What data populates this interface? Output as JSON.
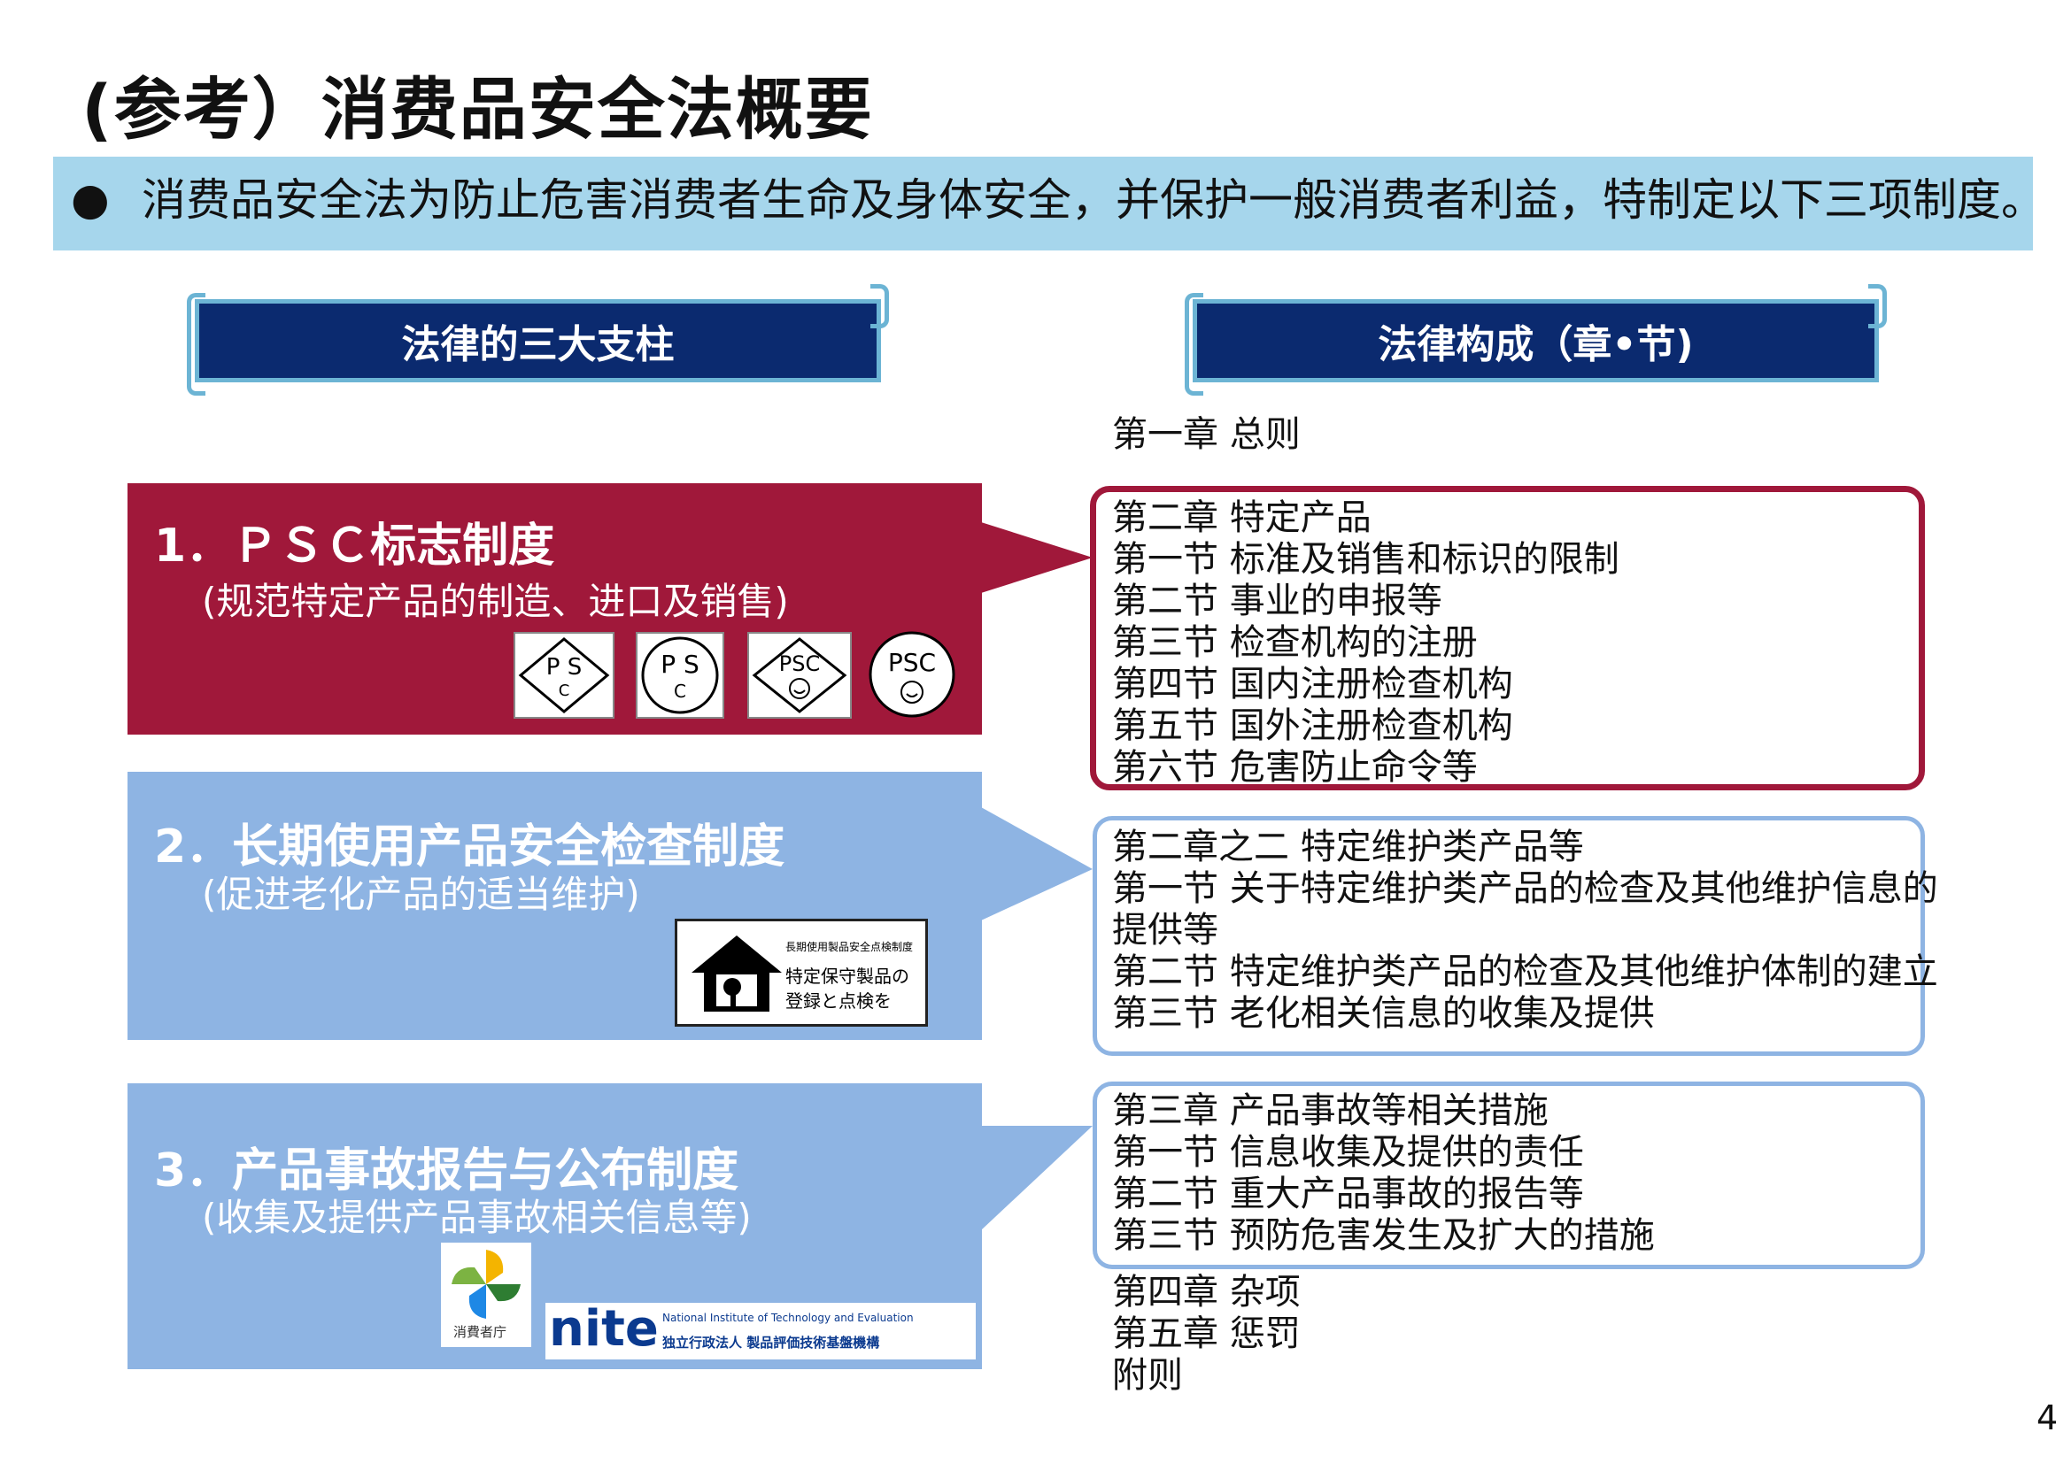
{
  "title": "(参考）消费品安全法概要",
  "intro": {
    "bullet": "●",
    "text": "消费品安全法为防止危害消费者生命及身体安全，并保护一般消费者利益，特制定以下三项制度。"
  },
  "left_header": "法律的三大支柱",
  "right_header": "法律构成（章•节)",
  "pillars": [
    {
      "heading": "1．ＰＳＣ标志制度",
      "subtitle": "(规范特定产品的制造、进口及销售)",
      "marks": [
        "P S C",
        "P S C",
        "PSC",
        "PSC"
      ]
    },
    {
      "heading": "2．长期使用产品安全检查制度",
      "subtitle": "(促进老化产品的适当维护)",
      "logo": {
        "small": "長期使用製品安全点検制度",
        "line1": "特定保守製品の",
        "line2": "登録と点検を"
      }
    },
    {
      "heading": "3．产品事故报告与公布制度",
      "subtitle": "(收集及提供产品事故相关信息等)",
      "logo_caa": "消費者庁",
      "logo_nite": {
        "word": "nite",
        "en": "National Institute of Technology and Evaluation",
        "jp": "独立行政法人 製品評価技術基盤機構"
      }
    }
  ],
  "chapter1": "第一章 总则",
  "group1": [
    "第二章 特定产品",
    "第一节 标准及销售和标识的限制",
    "第二节 事业的申报等",
    "第三节 检查机构的注册",
    "第四节 国内注册检查机构",
    "第五节 国外注册检查机构",
    "第六节 危害防止命令等"
  ],
  "group2": [
    "第二章之二 特定维护类产品等",
    "第一节 关于特定维护类产品的检查及其他维护信息的",
    "提供等",
    "第二节 特定维护类产品的检查及其他维护体制的建立",
    "第三节 老化相关信息的收集及提供"
  ],
  "group3": [
    "第三章 产品事故等相关措施",
    "第一节 信息收集及提供的责任",
    "第二节 重大产品事故的报告等",
    "第三节 预防危害发生及扩大的措施"
  ],
  "tail": [
    "第四章 杂项",
    "第五章 惩罚",
    "附则"
  ],
  "page_number": "4",
  "colors": {
    "pillar1": "#a0183a",
    "pillar_blue": "#8eb4e3",
    "header": "#0b2a6f",
    "intro_bg": "#a6d6ec"
  }
}
